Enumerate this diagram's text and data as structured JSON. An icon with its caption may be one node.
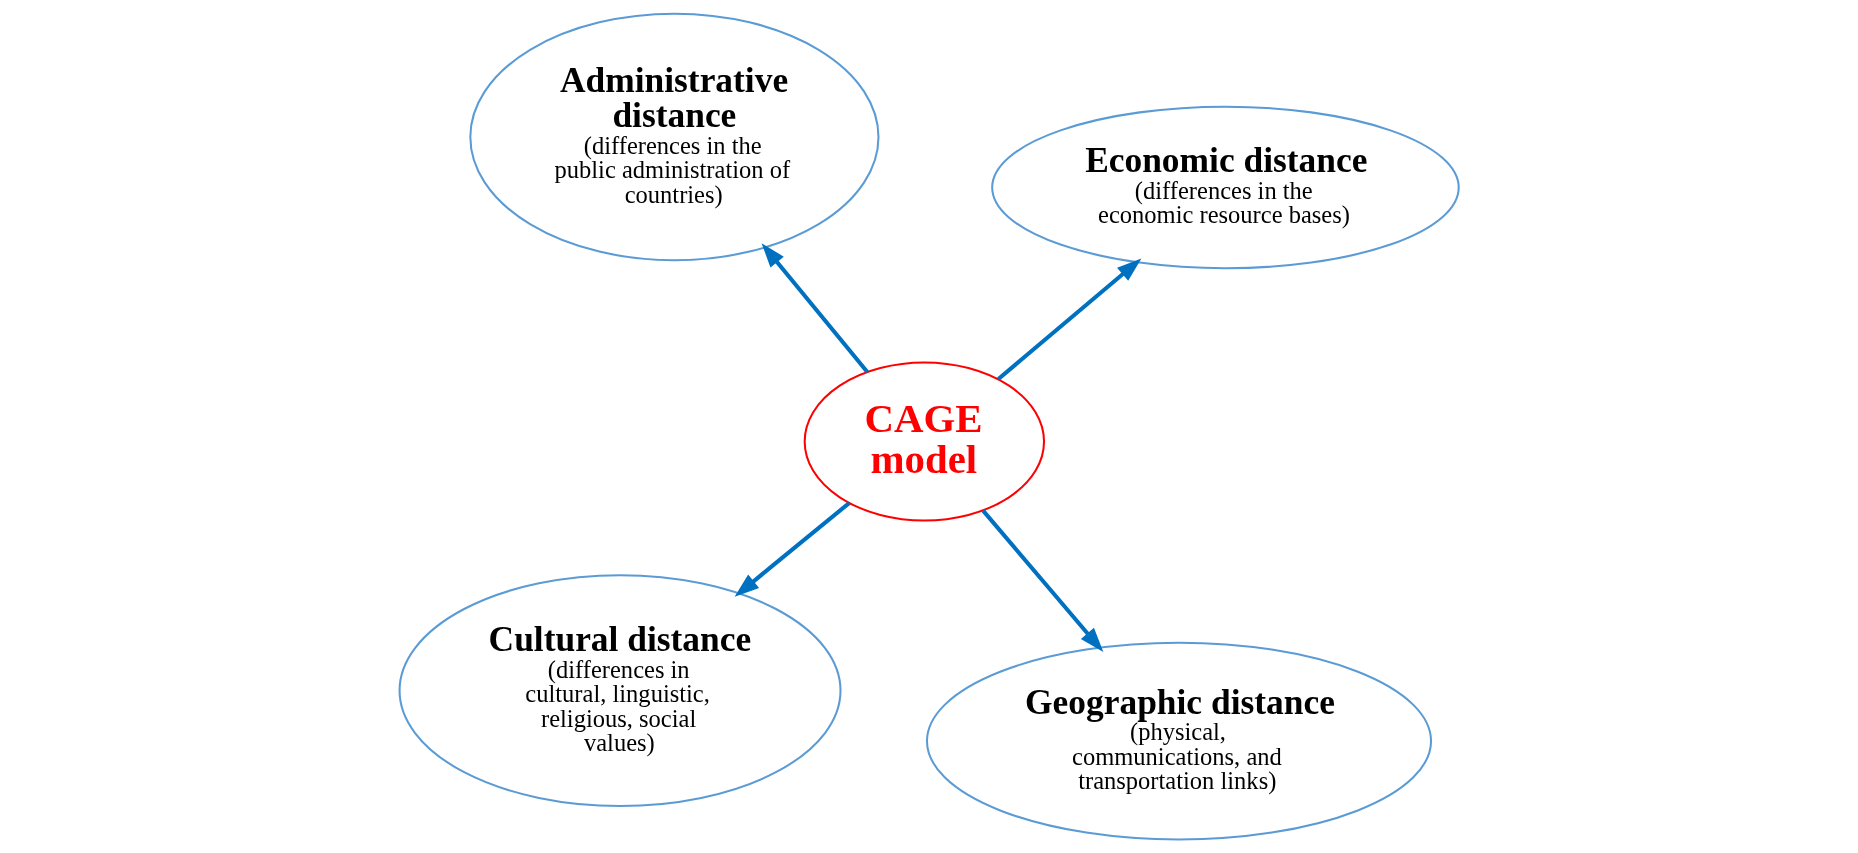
{
  "diagram": {
    "nodes": [
      {
        "text": [
          "Cultural distance",
          "(differences in cultural, linguistic, religious, social values)"
        ]
      },
      {
        "text": [
          "Geographic distance",
          "(physical, communications, and transportation links)"
        ]
      },
      {
        "text": [
          "CAGE model"
        ]
      },
      {
        "text": [
          "Administrative distance",
          "(differences in the public administration of countries)"
        ]
      },
      {
        "text": [
          "Economic distance",
          "(differences in the economic resource bases)"
        ]
      }
    ],
    "edges": [
      {
        "from": 2,
        "to": 0,
        "arrow": "to"
      },
      {
        "from": 2,
        "to": 1,
        "arrow": "to"
      },
      {
        "from": 2,
        "to": 3,
        "arrow": "to"
      },
      {
        "from": 2,
        "to": 4,
        "arrow": "to"
      }
    ]
  }
}
